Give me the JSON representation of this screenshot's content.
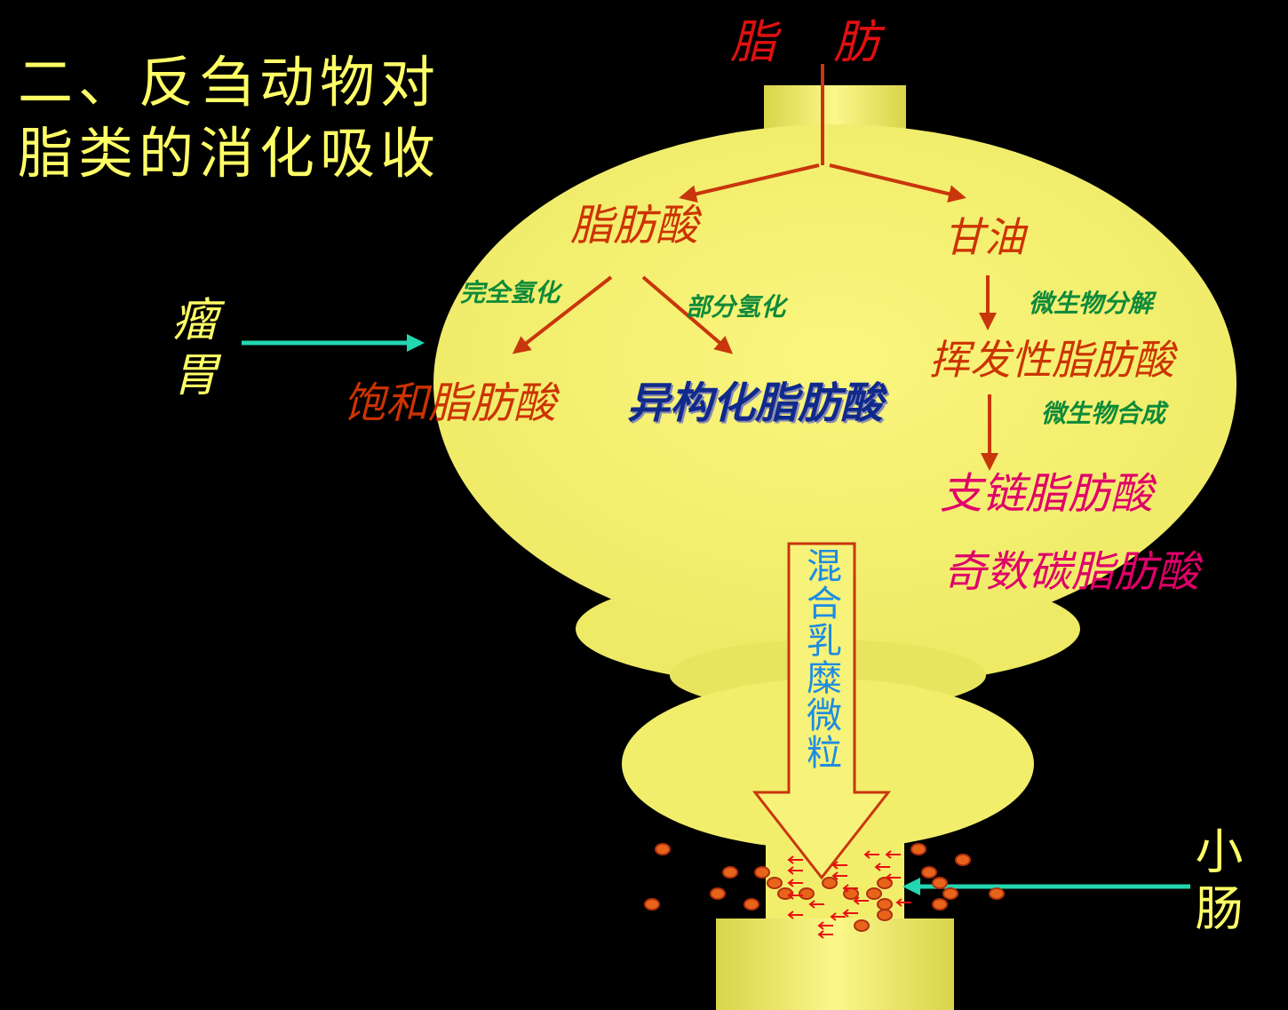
{
  "title": {
    "line1": "二、反刍动物对",
    "line2": "脂类的消化吸收"
  },
  "organs": {
    "rumen": "瘤胃",
    "intestine": "小肠"
  },
  "nodes": {
    "fat": "脂　肪",
    "fatty_acid": "脂肪酸",
    "glycerol": "甘油",
    "saturated": "饱和脂肪酸",
    "isomerized": "异构化脂肪酸",
    "volatile": "挥发性脂肪酸",
    "branched": "支链脂肪酸",
    "odd_carbon": "奇数碳脂肪酸",
    "micelle": "混合乳糜微粒"
  },
  "edges": {
    "complete_hydrogenation": "完全氢化",
    "partial_hydrogenation": "部分氢化",
    "microbial_decomposition": "微生物分解",
    "microbial_synthesis": "微生物合成"
  },
  "colors": {
    "background": "#000000",
    "organ_fill": "#f4f070",
    "title": "#ffff66",
    "node_red": "#cc3300",
    "node_pink": "#e0006a",
    "node_blue": "#102a8c",
    "micelle_blue": "#1e8ce0",
    "edge_green": "#0e8a3a",
    "arrow_red": "#c8360c",
    "pointer_cyan": "#22d6b0"
  }
}
